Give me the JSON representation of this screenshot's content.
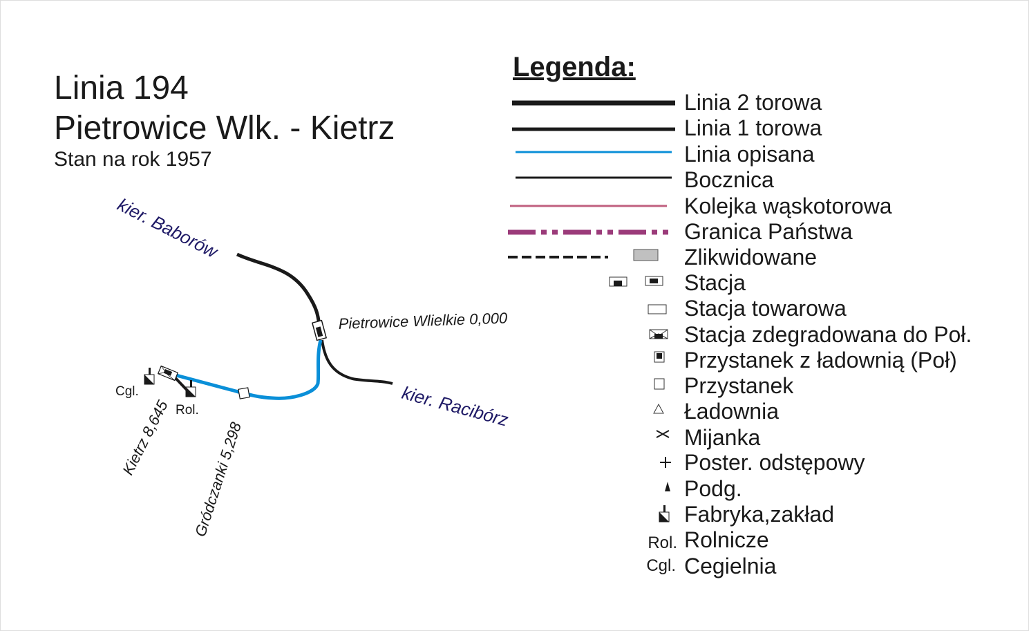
{
  "title": {
    "line": "Linia 194",
    "route": "Pietrowice Wlk. - Kietrz",
    "state": "Stan na rok 1957"
  },
  "map": {
    "dir_north": "kier. Baborów",
    "dir_east": "kier. Racibórz",
    "station_main": "Pietrowice Wlielkie 0,000",
    "station_kietrz": "Kietrz 8,645",
    "stop_grodczanki": "Gródczanki 5,298",
    "siding_cgl": "Cgl.",
    "siding_rol": "Rol."
  },
  "colors": {
    "described_line": "#0a8fd8",
    "narrow_gauge": "#c0607f",
    "border": "#9b3b7a",
    "abandoned": "#c0c0c0"
  },
  "legend": {
    "heading": "Legenda:",
    "items": [
      {
        "label": "Linia 2 torowa"
      },
      {
        "label": "Linia 1 torowa"
      },
      {
        "label": "Linia opisana"
      },
      {
        "label": "Bocznica"
      },
      {
        "label": "Kolejka wąskotorowa"
      },
      {
        "label": "Granica Państwa"
      },
      {
        "label": "Zlikwidowane"
      },
      {
        "label": "Stacja"
      },
      {
        "label": "Stacja towarowa"
      },
      {
        "label": "Stacja zdegradowana do Poł."
      },
      {
        "label": "Przystanek z ładownią (Poł)"
      },
      {
        "label": "Przystanek"
      },
      {
        "label": "Ładownia"
      },
      {
        "label": "Mijanka"
      },
      {
        "label": "Poster. odstępowy"
      },
      {
        "label": "Podg."
      },
      {
        "label": "Fabryka,zakład"
      },
      {
        "label": "Rolnicze",
        "abbr": "Rol."
      },
      {
        "label": "Cegielnia",
        "abbr": "Cgl."
      }
    ]
  }
}
